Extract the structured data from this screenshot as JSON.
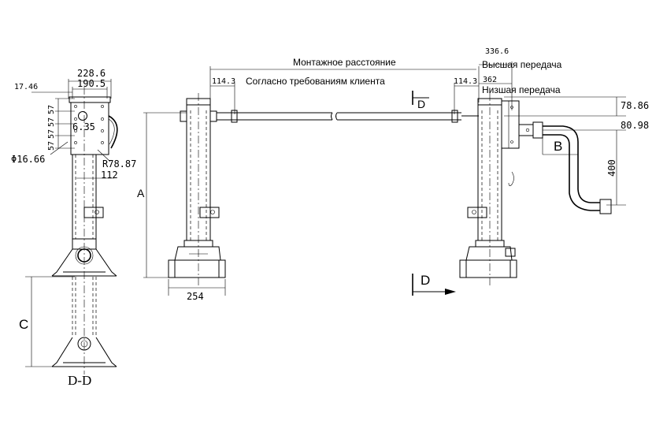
{
  "labels": {
    "mounting_distance": "Монтажное расстояние",
    "customer_request": "Согласно требованиям клиента",
    "high_gear_value": "336.6",
    "high_gear": "Высшая передача",
    "low_gear_value": "362",
    "low_gear": "Низшая передача",
    "section_d": "D",
    "section_dd": "D-D",
    "dim_a": "A",
    "dim_b": "B",
    "dim_c": "C"
  },
  "dims": {
    "d228_6": "228.6",
    "d190_5": "190.5",
    "d17_46": "17.46",
    "d57_a": "57",
    "d57_b": "57",
    "d57_c": "57",
    "d57_d": "57",
    "d6_35": "6.35",
    "d16_66": "Φ16.66",
    "r78_87": "R78.87",
    "d112": "112",
    "d254": "254",
    "d114_3_left": "114.3",
    "d114_3_right": "114.3",
    "d78_86": "78.86",
    "d80_98": "80.98",
    "d400": "400"
  }
}
